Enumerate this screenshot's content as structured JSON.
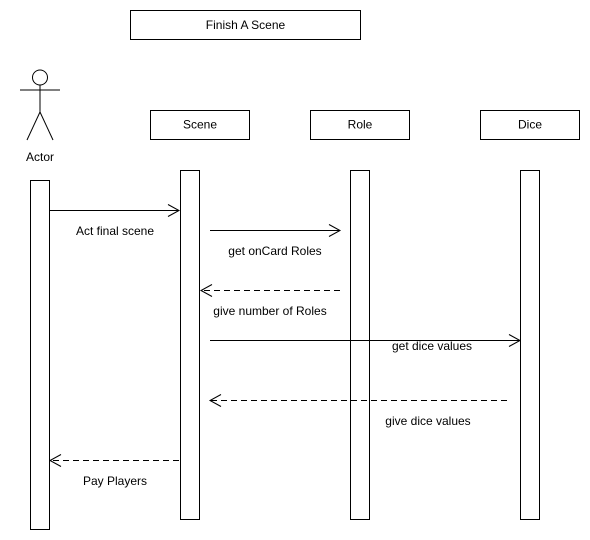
{
  "title": "Finish A Scene",
  "actor": {
    "label": "Actor"
  },
  "participants": {
    "scene": "Scene",
    "role": "Role",
    "dice": "Dice"
  },
  "messages": [
    {
      "label": "Act final scene",
      "from": "Actor",
      "to": "Scene",
      "style": "solid"
    },
    {
      "label": "get onCard Roles",
      "from": "Scene",
      "to": "Role",
      "style": "solid"
    },
    {
      "label": "give number of Roles",
      "from": "Role",
      "to": "Scene",
      "style": "dashed"
    },
    {
      "label": "get dice values",
      "from": "Scene",
      "to": "Dice",
      "style": "solid"
    },
    {
      "label": "give dice values",
      "from": "Dice",
      "to": "Scene",
      "style": "dashed"
    },
    {
      "label": "Pay Players",
      "from": "Scene",
      "to": "Actor",
      "style": "dashed"
    }
  ]
}
